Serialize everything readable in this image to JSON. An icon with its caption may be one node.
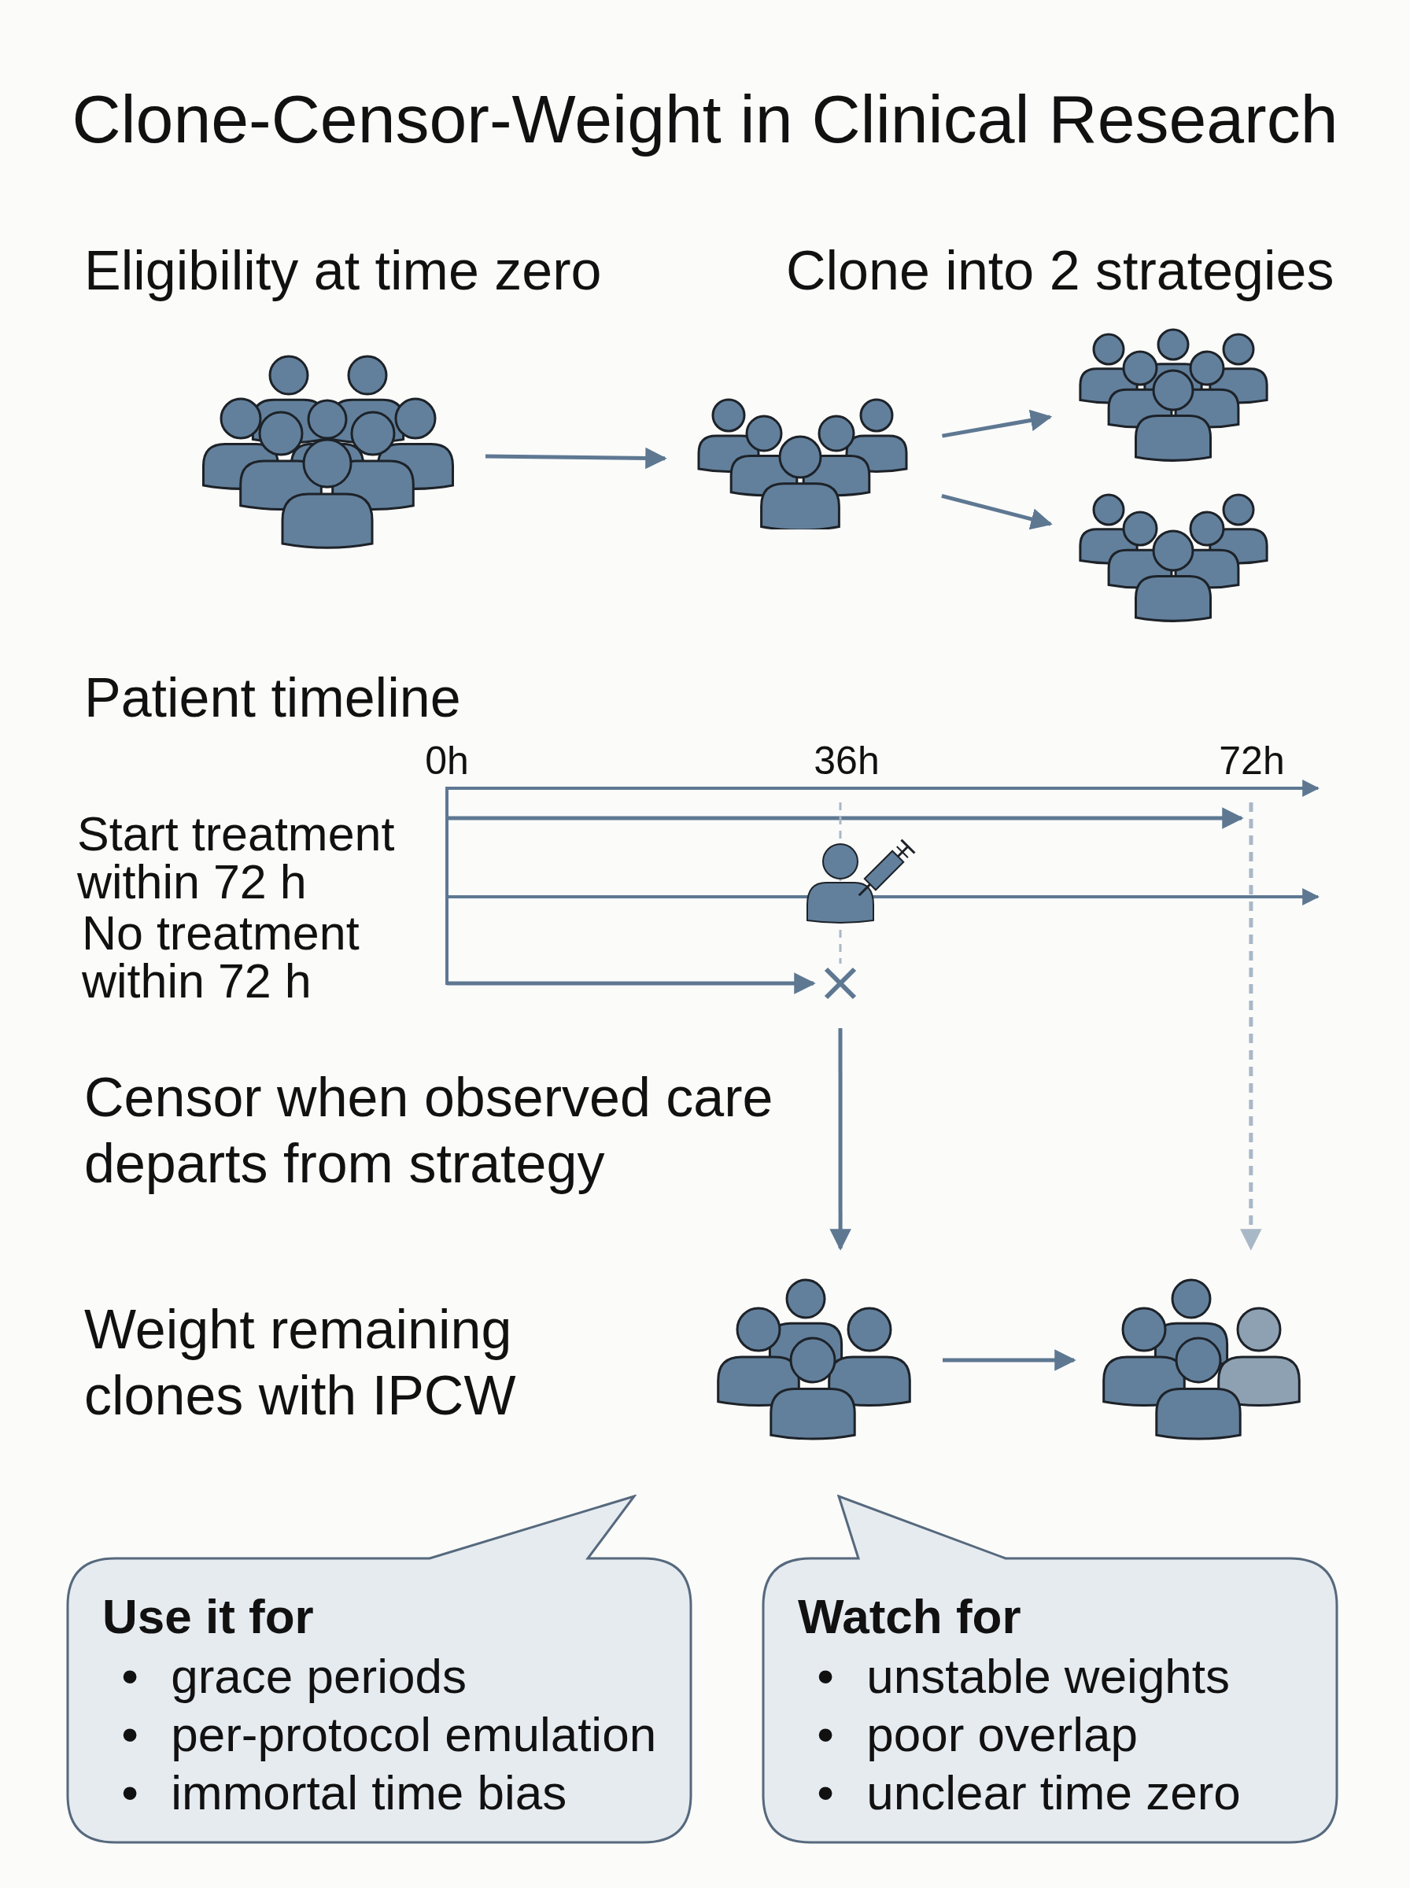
{
  "diagram": {
    "title": "Clone-Censor-Weight in Clinical Research",
    "nodes": [
      {
        "text": [],
        "shape": "people"
      },
      {
        "text": [],
        "shape": "people"
      },
      {
        "text": [],
        "shape": "people"
      },
      {
        "text": [],
        "shape": "people"
      },
      {
        "text": [],
        "shape": "cross"
      },
      {
        "text": [],
        "shape": "people"
      },
      {
        "text": [],
        "shape": "people"
      },
      {
        "text": [
          "Use it for",
          "• grace periods",
          "• per-protocol emulation",
          "• immortal time bias"
        ]
      },
      {
        "text": [
          "Watch for",
          "• unstable weights",
          "• poor overlap",
          "• unclear time zero"
        ]
      }
    ],
    "edges": [
      {
        "from": 0,
        "to": 1,
        "arrow": "to"
      },
      {
        "from": 1,
        "to": 2,
        "arrow": "to"
      },
      {
        "from": 1,
        "to": 3,
        "arrow": "to"
      },
      {
        "from": null,
        "to": 4,
        "arrow": "to"
      },
      {
        "from": 4,
        "to": 5,
        "arrow": "to"
      },
      {
        "from": null,
        "to": 6,
        "arrow": "to",
        "style": "dashed",
        "color": "#a9b8c6"
      },
      {
        "from": 5,
        "to": 6,
        "arrow": "to"
      }
    ],
    "labels": [
      "Eligibility at time zero",
      "Clone into 2 strategies",
      "Patient timeline",
      "0h",
      "36h",
      "72h",
      "Start treatment within 72 h",
      "No treatment within 72 h",
      "Censor when observed care departs from strategy",
      "Weight remaining clones with IPCW"
    ]
  }
}
